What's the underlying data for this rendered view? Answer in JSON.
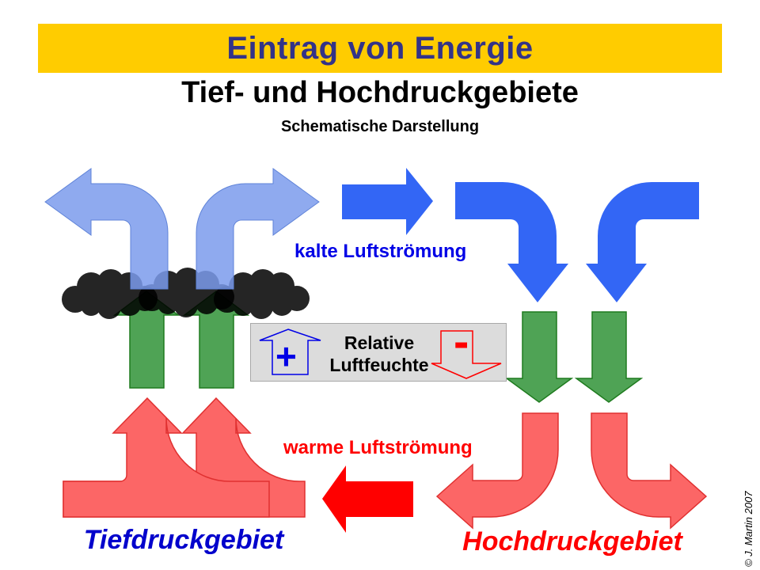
{
  "header": {
    "banner_title": "Eintrag von Energie",
    "title": "Tief- und Hochdruckgebiete",
    "subtitle": "Schematische Darstellung"
  },
  "labels": {
    "cold_flow": "kalte Luftströmung",
    "warm_flow": "warme Luftströmung",
    "low_pressure": "Tiefdruckgebiet",
    "high_pressure": "Hochdruckgebiet",
    "copyright": "© J. Martin 2007"
  },
  "humidity_box": {
    "line1": "Relative",
    "line2": "Luftfeuchte",
    "plus": "+",
    "minus": "-"
  },
  "colors": {
    "banner_bg": "#FFCC00",
    "banner_text": "#333388",
    "cold_air": "#3366F5",
    "cold_air_light": "#7B9BEC",
    "sinking_rising_air": "#4FA355",
    "green_border": "#1E7B1E",
    "warm_air_light": "#FC6666",
    "salmon_border": "#E03030",
    "warm_air": "#FF0000",
    "cold_label": "#0000E6",
    "low_pressure_label": "#0000CC",
    "high_pressure_label": "#FF0000",
    "cloud_fill": "#DCDCDC",
    "cloud_border": "#888888",
    "humidity_box_bg": "#DCDCDC"
  },
  "arrows": [
    {
      "name": "cold-outflow-left",
      "direction": "up-then-left",
      "color_ref": "cold_air_light"
    },
    {
      "name": "cold-outflow-right",
      "direction": "up-then-right",
      "color_ref": "cold_air_light"
    },
    {
      "name": "cold-flow-straight",
      "direction": "right",
      "color_ref": "cold_air"
    },
    {
      "name": "cold-descent-left",
      "direction": "right-then-down",
      "color_ref": "cold_air"
    },
    {
      "name": "cold-descent-right",
      "direction": "left-then-down",
      "color_ref": "cold_air"
    },
    {
      "name": "rising-air-left",
      "direction": "up",
      "color_ref": "sinking_rising_air"
    },
    {
      "name": "rising-air-right",
      "direction": "up",
      "color_ref": "sinking_rising_air"
    },
    {
      "name": "sinking-air-left",
      "direction": "down",
      "color_ref": "sinking_rising_air"
    },
    {
      "name": "sinking-air-right",
      "direction": "down",
      "color_ref": "sinking_rising_air"
    },
    {
      "name": "warm-inflow-left",
      "direction": "left-then-up",
      "color_ref": "warm_air_light"
    },
    {
      "name": "warm-inflow-right",
      "direction": "left-then-up",
      "color_ref": "warm_air_light"
    },
    {
      "name": "warm-outflow-left",
      "direction": "down-then-left",
      "color_ref": "warm_air_light"
    },
    {
      "name": "warm-outflow-right",
      "direction": "down-then-right",
      "color_ref": "warm_air_light"
    },
    {
      "name": "warm-flow-straight",
      "direction": "left",
      "color_ref": "warm_air"
    },
    {
      "name": "humidity-increase",
      "direction": "up",
      "color_ref": "cold_label"
    },
    {
      "name": "humidity-decrease",
      "direction": "down",
      "color_ref": "warm_air"
    }
  ]
}
